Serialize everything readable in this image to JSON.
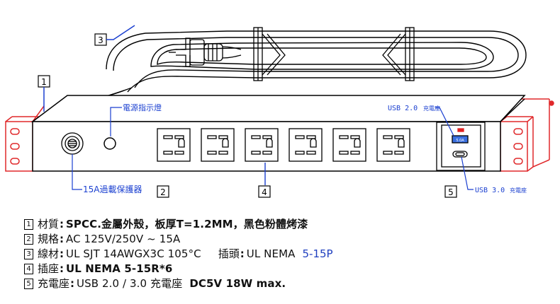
{
  "callouts": {
    "c1": "1",
    "c2": "2",
    "c3": "3",
    "c4": "4",
    "c5": "5"
  },
  "labels": {
    "power_indicator": "電源指示燈",
    "overload_protector": "15A過載保護器",
    "usb2": "USB 2.0",
    "usb2_charge": "充電座",
    "usb3": "USB 3.0",
    "usb3_charge": "充電座",
    "usb_port_text": "5.0A"
  },
  "colors": {
    "callout_line": "#1a3fd0",
    "bracket": "#e0282a",
    "outline": "#000000",
    "indicator_led": "#e02020",
    "usb_a": "#3a6fe0"
  },
  "specs": [
    {
      "num": "1",
      "label": "材質",
      "colon": ":",
      "value": "SPCC.金屬外殼，板厚T=1.2MM，黑色粉體烤漆"
    },
    {
      "num": "2",
      "label": "規格",
      "colon": ":",
      "value": "AC 125V/250V ~ 15A"
    },
    {
      "num": "3",
      "label": "線材",
      "colon": ":",
      "value": "UL SJT 14AWGX3C 105°C",
      "label2": "插頭",
      "colon2": ":",
      "value2": "UL NEMA",
      "value2_highlight": "5-15P"
    },
    {
      "num": "4",
      "label": "插座",
      "colon": ":",
      "value": "UL NEMA 5-15R*6"
    },
    {
      "num": "5",
      "label": "充電座",
      "colon": ":",
      "value": "USB 2.0 / 3.0 充電座",
      "value2": "DC5V 18W max."
    }
  ]
}
